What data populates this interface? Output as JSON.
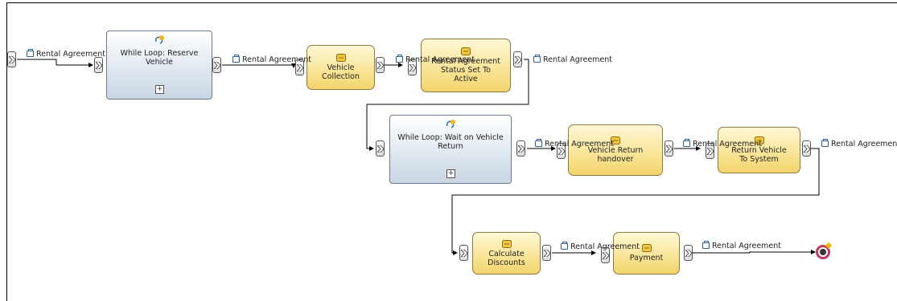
{
  "data_label": "Rental Agreement",
  "loops": {
    "reserve": "While Loop: Reserve Vehicle",
    "wait": "While Loop: Wait on Vehicle Return",
    "expand": "+"
  },
  "tasks": {
    "vehicle_collection": "Vehicle Collection",
    "status_active": "Rental Agreement Status Set To Active",
    "return_handover": "Vehicle Return handover",
    "return_to_system": "Return Vehicle To System",
    "calculate_discounts": "Calculate Discounts",
    "payment": "Payment"
  },
  "colors": {
    "task_fill": "#f7e08a",
    "loop_fill": "#dde6ef",
    "end_event": "#c43a5a",
    "data_icon": "#2a5fa0"
  },
  "icons": [
    "loop-icon",
    "task-icon",
    "data-object-icon",
    "end-event-icon",
    "terminal-chevron-icon"
  ]
}
